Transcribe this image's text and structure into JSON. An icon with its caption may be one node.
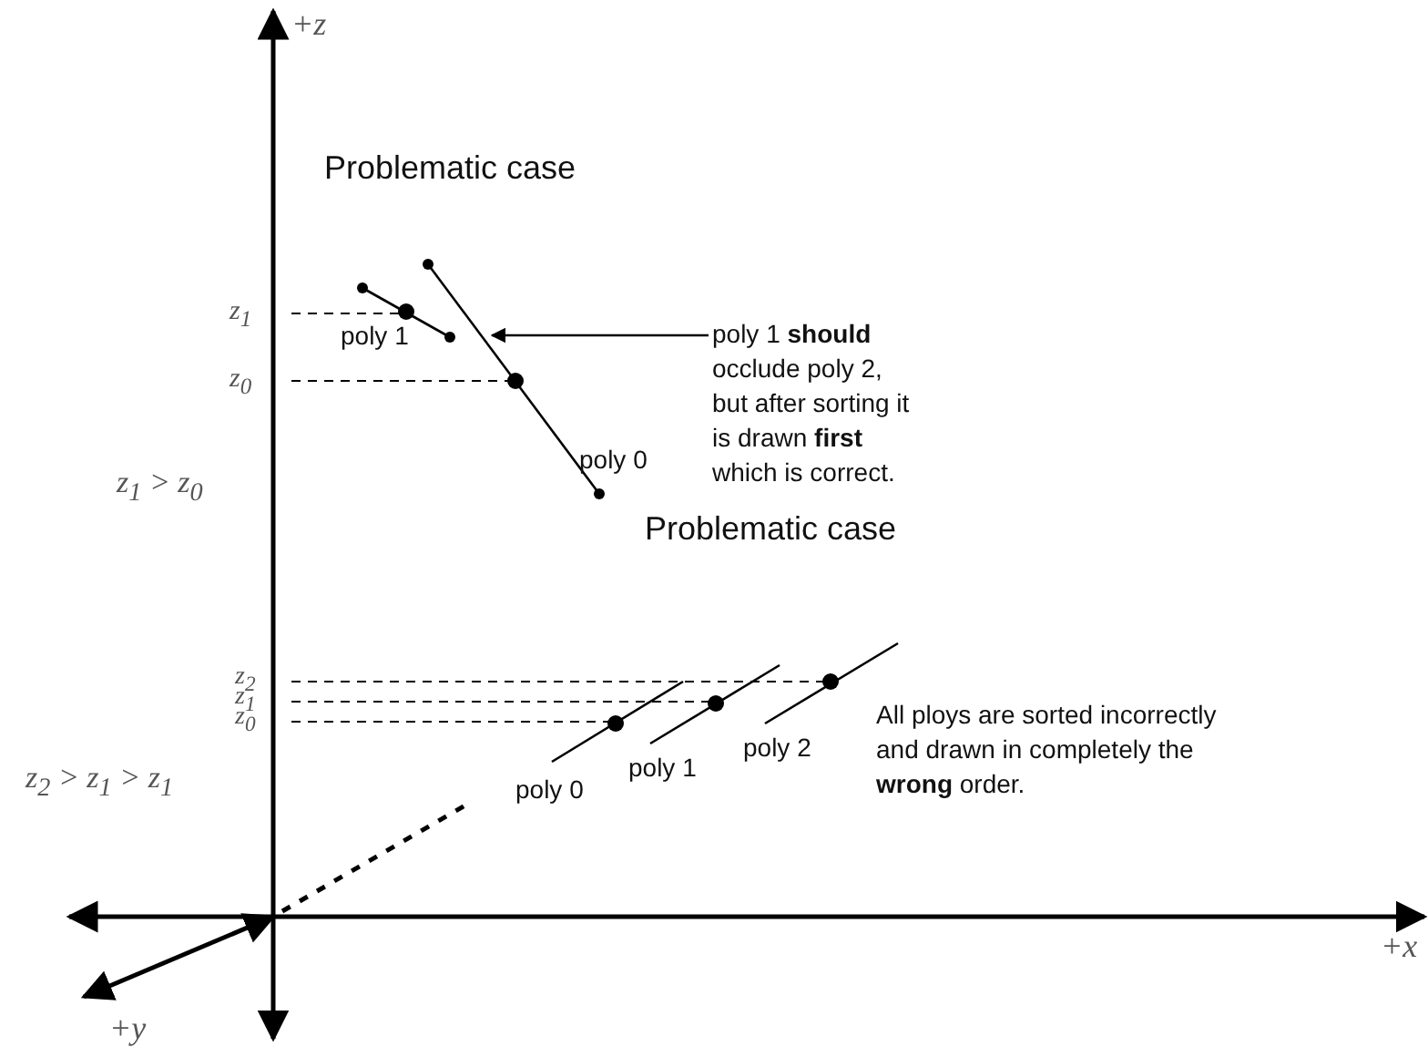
{
  "diagram": {
    "nodes": [
      {
        "text": [
          "poly 1 **should** occlude poly 2, but after sorting it is drawn **first** which is correct."
        ]
      },
      {
        "text": [],
        "shape": "line"
      }
    ],
    "edges": [
      {
        "from": 0,
        "to": 1,
        "arrow": "to"
      }
    ],
    "labels": [
      "+z",
      "Problematic case",
      "z$_{1}$",
      "poly 1",
      "z$_{0}$",
      "poly 0",
      "z$_{1}$ > z$_{0}$",
      "Problematic case",
      "z$_{2}$",
      "z$_{1}$",
      "z$_{0}$",
      "All ploys are sorted incorrectly and drawn in completely the **wrong** order.",
      "poly 0",
      "poly 1",
      "poly 2",
      "z$_{2}$ > z$_{1}$ > z$_{1}$",
      "+x",
      "+y"
    ]
  }
}
